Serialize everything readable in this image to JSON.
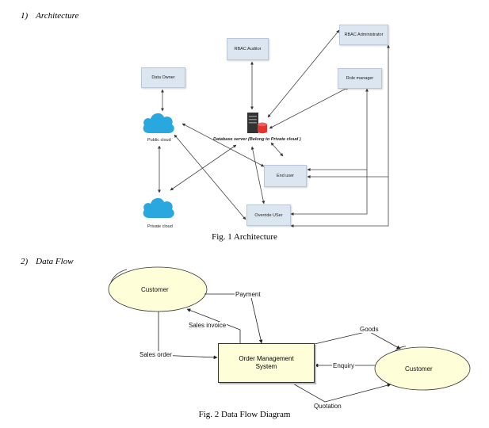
{
  "sections": {
    "architecture": {
      "number": "1)",
      "title": "Architecture",
      "caption": "Fig. 1 Architecture"
    },
    "data_flow": {
      "number": "2)",
      "title": "Data Flow",
      "caption": "Fig. 2 Data Flow Diagram"
    }
  },
  "architecture": {
    "nodes": {
      "data_owner": "Data Owner",
      "rbac_auditor": "RBAC Auditor",
      "rbac_administrator": "RBAC Administrator",
      "role_manager": "Role manager",
      "end_user": "End user",
      "override_user": "Override USer",
      "public_cloud": "Public cloud",
      "private_cloud": "Private cloud",
      "database_server": "Database server (Belong to Private cloud )"
    },
    "colors": {
      "cloud": "#29a8e0",
      "box_fill": "#dce6f1",
      "database": "#e8322c",
      "server": "#333333"
    }
  },
  "data_flow": {
    "external_entities": {
      "customer_left": "Customer",
      "customer_right": "Customer"
    },
    "process": {
      "line1": "Order Management",
      "line2": "System"
    },
    "flows": {
      "payment": "Payment",
      "sales_invoice": "Sales invoice",
      "sales_order": "Sales order",
      "goods": "Goods",
      "enquiry": "Enquiry",
      "quotation": "Quotation"
    },
    "colors": {
      "entity_fill": "#fefed9",
      "process_fill": "#fefed9"
    }
  }
}
